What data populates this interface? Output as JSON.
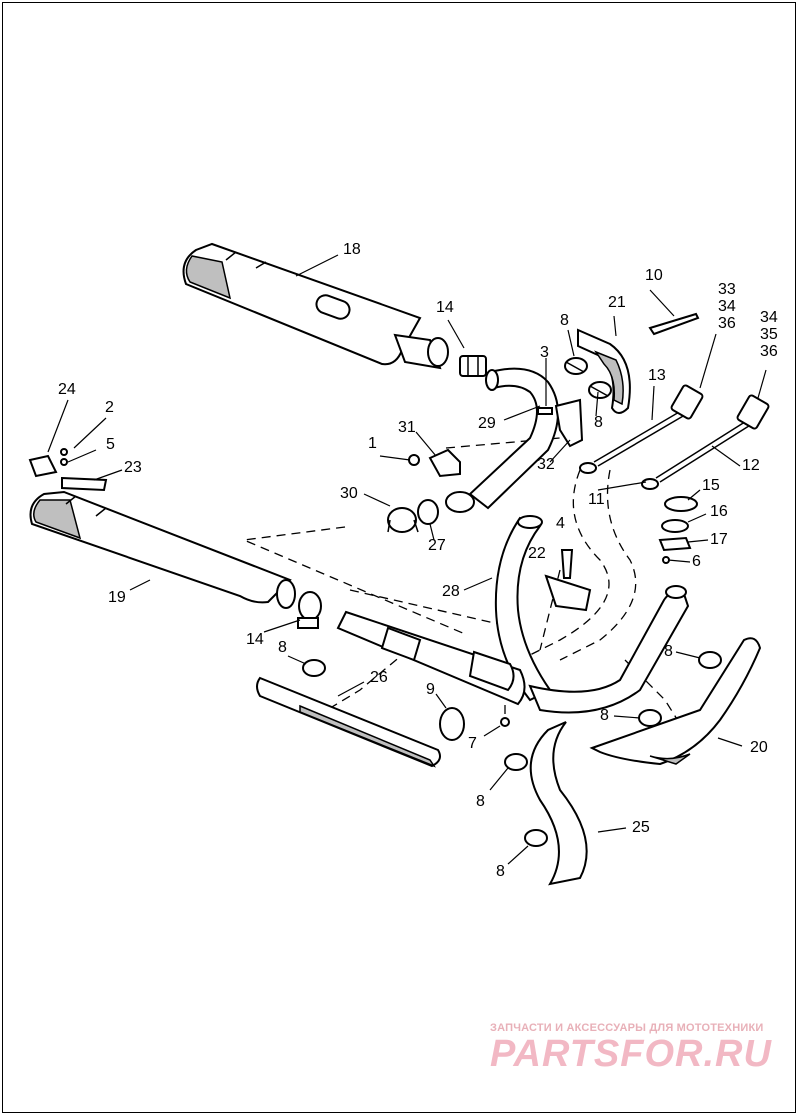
{
  "callouts": [
    {
      "id": "c18",
      "text": "18"
    },
    {
      "id": "c14a",
      "text": "14"
    },
    {
      "id": "c10",
      "text": "10"
    },
    {
      "id": "c21",
      "text": "21"
    },
    {
      "id": "c33",
      "text": "33"
    },
    {
      "id": "c34a",
      "text": "34"
    },
    {
      "id": "c36a",
      "text": "36"
    },
    {
      "id": "c34b",
      "text": "34"
    },
    {
      "id": "c35",
      "text": "35"
    },
    {
      "id": "c36b",
      "text": "36"
    },
    {
      "id": "c8a",
      "text": "8"
    },
    {
      "id": "c3",
      "text": "3"
    },
    {
      "id": "c13",
      "text": "13"
    },
    {
      "id": "c24",
      "text": "24"
    },
    {
      "id": "c2",
      "text": "2"
    },
    {
      "id": "c31",
      "text": "31"
    },
    {
      "id": "c29",
      "text": "29"
    },
    {
      "id": "c8b",
      "text": "8"
    },
    {
      "id": "c1",
      "text": "1"
    },
    {
      "id": "c5",
      "text": "5"
    },
    {
      "id": "c23",
      "text": "23"
    },
    {
      "id": "c32",
      "text": "32"
    },
    {
      "id": "c12",
      "text": "12"
    },
    {
      "id": "c30",
      "text": "30"
    },
    {
      "id": "c11",
      "text": "11"
    },
    {
      "id": "c15",
      "text": "15"
    },
    {
      "id": "c16",
      "text": "16"
    },
    {
      "id": "c4",
      "text": "4"
    },
    {
      "id": "c17",
      "text": "17"
    },
    {
      "id": "c27",
      "text": "27"
    },
    {
      "id": "c22",
      "text": "22"
    },
    {
      "id": "c6",
      "text": "6"
    },
    {
      "id": "c19",
      "text": "19"
    },
    {
      "id": "c28",
      "text": "28"
    },
    {
      "id": "c14b",
      "text": "14"
    },
    {
      "id": "c8c",
      "text": "8"
    },
    {
      "id": "c8d",
      "text": "8"
    },
    {
      "id": "c26",
      "text": "26"
    },
    {
      "id": "c9",
      "text": "9"
    },
    {
      "id": "c8e",
      "text": "8"
    },
    {
      "id": "c7",
      "text": "7"
    },
    {
      "id": "c20",
      "text": "20"
    },
    {
      "id": "c8f",
      "text": "8"
    },
    {
      "id": "c25",
      "text": "25"
    },
    {
      "id": "c8g",
      "text": "8"
    }
  ],
  "watermark": {
    "caption": "ЗАПЧАСТИ И АКСЕССУАРЫ ДЛЯ МОТОТЕХНИКИ",
    "logo": "PARTSFOR.RU"
  },
  "colors": {
    "line": "#000000",
    "background": "#ffffff",
    "watermark": "#f2b8c4"
  }
}
